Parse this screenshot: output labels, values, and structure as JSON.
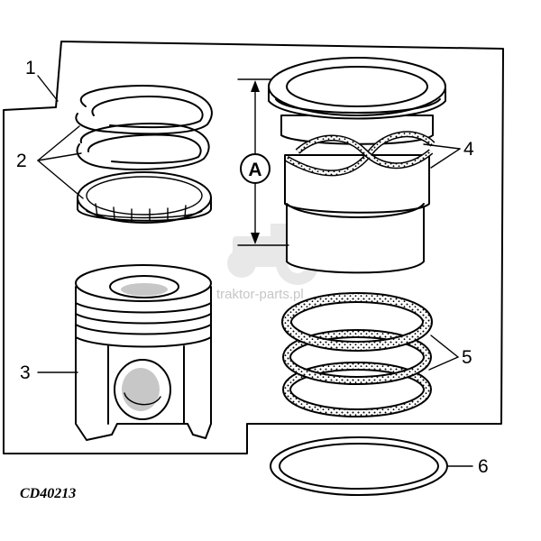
{
  "figure": {
    "code": "CD40213",
    "dimension_label": "A",
    "watermark": "traktor-parts.pl"
  },
  "callouts": [
    {
      "id": "1",
      "label": "1",
      "part": "frame-outline"
    },
    {
      "id": "2",
      "label": "2",
      "part": "piston-rings"
    },
    {
      "id": "3",
      "label": "3",
      "part": "piston"
    },
    {
      "id": "4",
      "label": "4",
      "part": "cylinder-liner"
    },
    {
      "id": "5",
      "label": "5",
      "part": "seal-rings"
    },
    {
      "id": "6",
      "label": "6",
      "part": "o-ring"
    }
  ],
  "colors": {
    "ink": "#000000",
    "background": "#ffffff",
    "watermark": "#c6c6c6"
  }
}
